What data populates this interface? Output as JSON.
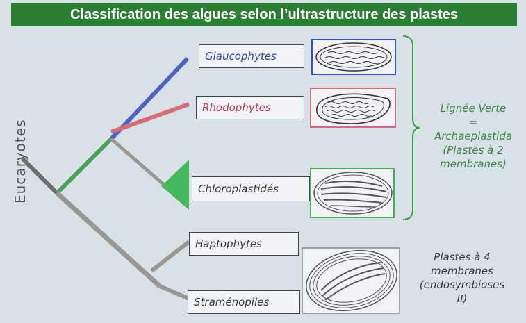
{
  "title": "Classification des algues selon l’ultrastructure des plastes",
  "axis_label": "Eucaryotes",
  "groups": {
    "glaucophytes": "Glaucophytes",
    "rhodophytes": "Rhodophytes",
    "chloroplastides": "Chloroplastidés",
    "haptophytes": "Haptophytes",
    "stramenopiles": "Straménopiles"
  },
  "annotations": {
    "lignee_verte": [
      "Lignée Verte",
      "=",
      "Archaeplastida",
      "(Plastes à 2",
      "membranes)"
    ],
    "plastes_4": [
      "Plastes à 4",
      "membranes",
      "(endosymbioses",
      "II)"
    ]
  },
  "colors": {
    "title_bg": "#2d7e35",
    "glaucophyte": "#4d62c4",
    "rhodophyte": "#d86b78",
    "green": "#44b25c",
    "grey": "#9a9692",
    "text_blue": "#2a4bb5",
    "text_red": "#b73a4c",
    "text_dark": "#3a3a3a",
    "text_green": "#3a8a42"
  }
}
